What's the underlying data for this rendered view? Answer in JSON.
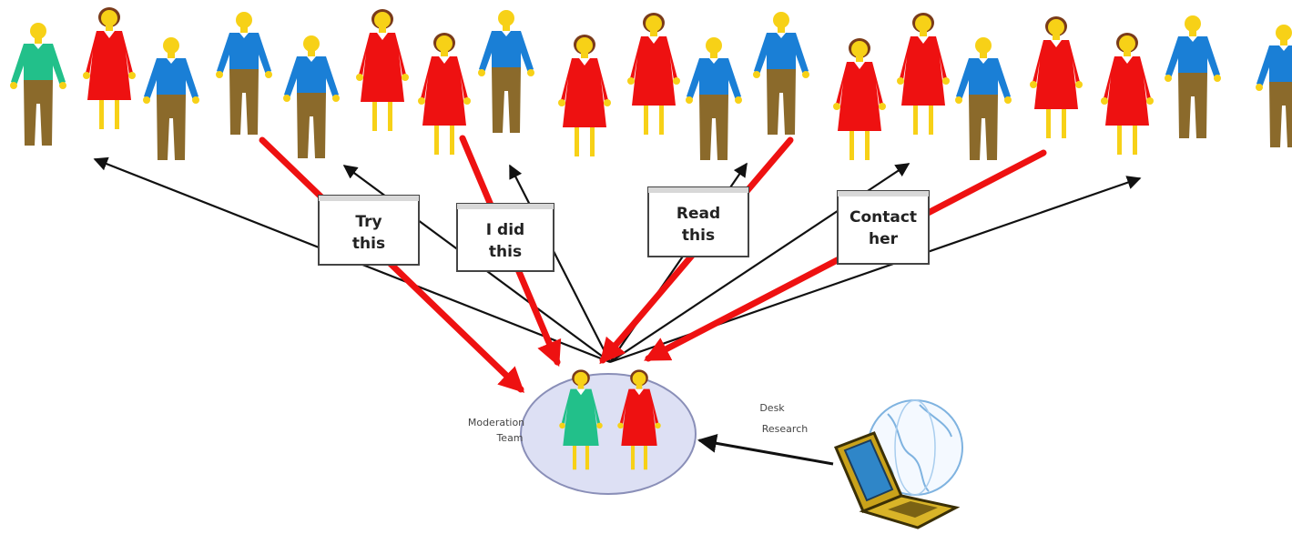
{
  "colors": {
    "female_dress": "#ee1111",
    "male_shirt": "#1a7fd6",
    "male_trousers": "#8b6a2b",
    "green_shirt": "#22c08a",
    "skin": "#f7d117",
    "black_arrow": "#111111",
    "red_arrow": "#ee1111",
    "ellipse_fill": "#dde0f4",
    "laptop": "#c9a21a"
  },
  "community": {
    "people": [
      {
        "gender": "male",
        "shirt": "green"
      },
      {
        "gender": "female"
      },
      {
        "gender": "male",
        "shirt": "blue"
      },
      {
        "gender": "male",
        "shirt": "blue"
      },
      {
        "gender": "male",
        "shirt": "blue"
      },
      {
        "gender": "female"
      },
      {
        "gender": "female"
      },
      {
        "gender": "male",
        "shirt": "blue"
      },
      {
        "gender": "female"
      },
      {
        "gender": "female"
      },
      {
        "gender": "male",
        "shirt": "blue"
      },
      {
        "gender": "male",
        "shirt": "blue"
      },
      {
        "gender": "female"
      },
      {
        "gender": "female"
      },
      {
        "gender": "male",
        "shirt": "blue"
      },
      {
        "gender": "female"
      },
      {
        "gender": "female"
      },
      {
        "gender": "male",
        "shirt": "blue"
      },
      {
        "gender": "male",
        "shirt": "blue"
      }
    ]
  },
  "notes": [
    {
      "line1": "Try",
      "line2": "this"
    },
    {
      "line1": "I did",
      "line2": "this"
    },
    {
      "line1": "Read",
      "line2": "this"
    },
    {
      "line1": "Contact",
      "line2": "her"
    }
  ],
  "moderation": {
    "label_line1": "Moderation",
    "label_line2": "Team"
  },
  "desk_research": {
    "label_line1": "Desk",
    "label_line2": "Research"
  },
  "icons": {
    "laptop": "laptop-icon",
    "globe": "globe-icon",
    "person": "person-icon"
  }
}
